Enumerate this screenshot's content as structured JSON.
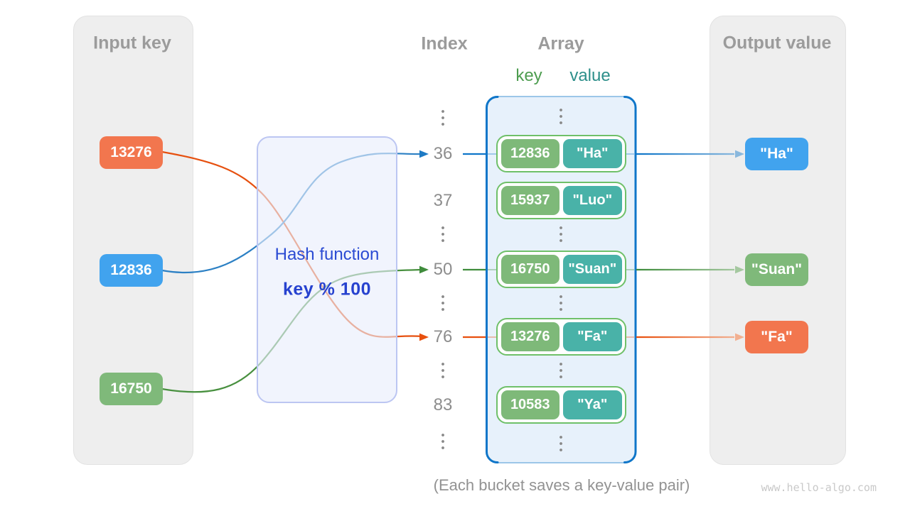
{
  "headers": {
    "input": "Input key",
    "index": "Index",
    "array": "Array",
    "key": "key",
    "value": "value",
    "output": "Output value"
  },
  "input_keys": [
    {
      "label": "13276",
      "color": "#f2764e"
    },
    {
      "label": "12836",
      "color": "#41a3ee"
    },
    {
      "label": "16750",
      "color": "#7fb97a"
    }
  ],
  "hash_function": {
    "title": "Hash function",
    "formula": "key % 100"
  },
  "indices": [
    "36",
    "37",
    "50",
    "76",
    "83"
  ],
  "ellipsis_symbol": "⋮",
  "buckets": [
    {
      "key": "12836",
      "value": "\"Ha\""
    },
    {
      "key": "15937",
      "value": "\"Luo\""
    },
    {
      "key": "16750",
      "value": "\"Suan\""
    },
    {
      "key": "13276",
      "value": "\"Fa\""
    },
    {
      "key": "10583",
      "value": "\"Ya\""
    }
  ],
  "outputs": [
    {
      "label": "\"Ha\"",
      "color": "#41a3ee"
    },
    {
      "label": "\"Suan\"",
      "color": "#7fb97a"
    },
    {
      "label": "\"Fa\"",
      "color": "#f2764e"
    }
  ],
  "caption": "(Each bucket saves a key-value pair)",
  "watermark": "www.hello-algo.com",
  "colors": {
    "panel_bg": "#eeeeee",
    "heading_gray": "#9b9b9b",
    "array_fill": "#e7f1fb",
    "array_border_strong": "#0f76c9",
    "array_border_light": "#9cc6e8",
    "bucket_border": "#6fc069",
    "bucket_key_bg": "#7eb979",
    "bucket_value_bg": "#49b2a8",
    "hash_box_bg": "#e9edfb",
    "hash_box_border": "#bcc6f2",
    "hash_text": "#2b4bd3",
    "arrow_blue": "#0f76c9",
    "arrow_green": "#3f8c3c",
    "arrow_orange": "#e8500e"
  }
}
